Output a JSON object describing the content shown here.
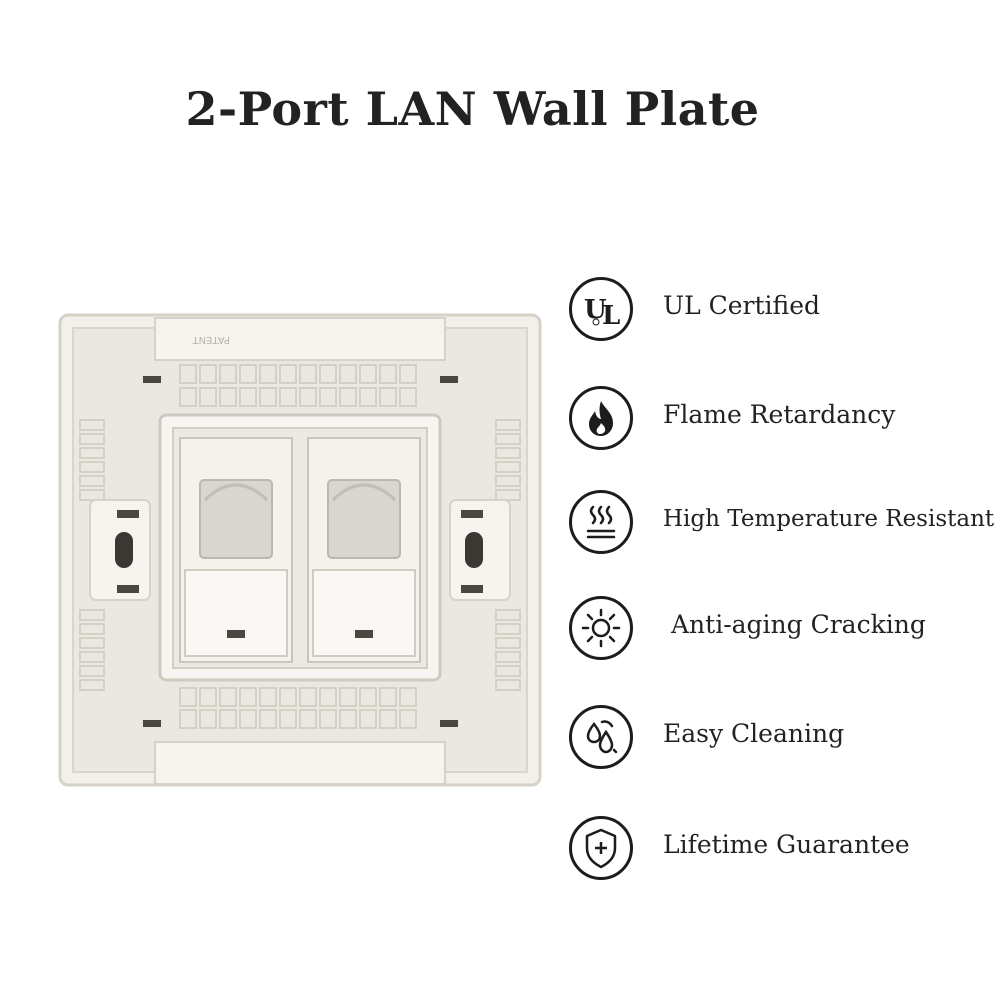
{
  "title": "2-Port LAN Wall Plate",
  "product": {
    "embossed_text": "PATENT"
  },
  "features": [
    {
      "label": "UL Certified",
      "icon": "ul-certified-icon"
    },
    {
      "label": "Flame Retardancy",
      "icon": "flame-icon"
    },
    {
      "label": "High Temperature Resistant",
      "icon": "heat-icon"
    },
    {
      "label": "Anti-aging Cracking",
      "icon": "sun-icon"
    },
    {
      "label": "Easy Cleaning",
      "icon": "water-drop-icon"
    },
    {
      "label": "Lifetime Guarantee",
      "icon": "shield-plus-icon"
    }
  ],
  "colors": {
    "text": "#222222",
    "icon_stroke": "#1c1c1c",
    "plate": "#f3f1ec",
    "plate_shadow": "#d9d5cc"
  }
}
